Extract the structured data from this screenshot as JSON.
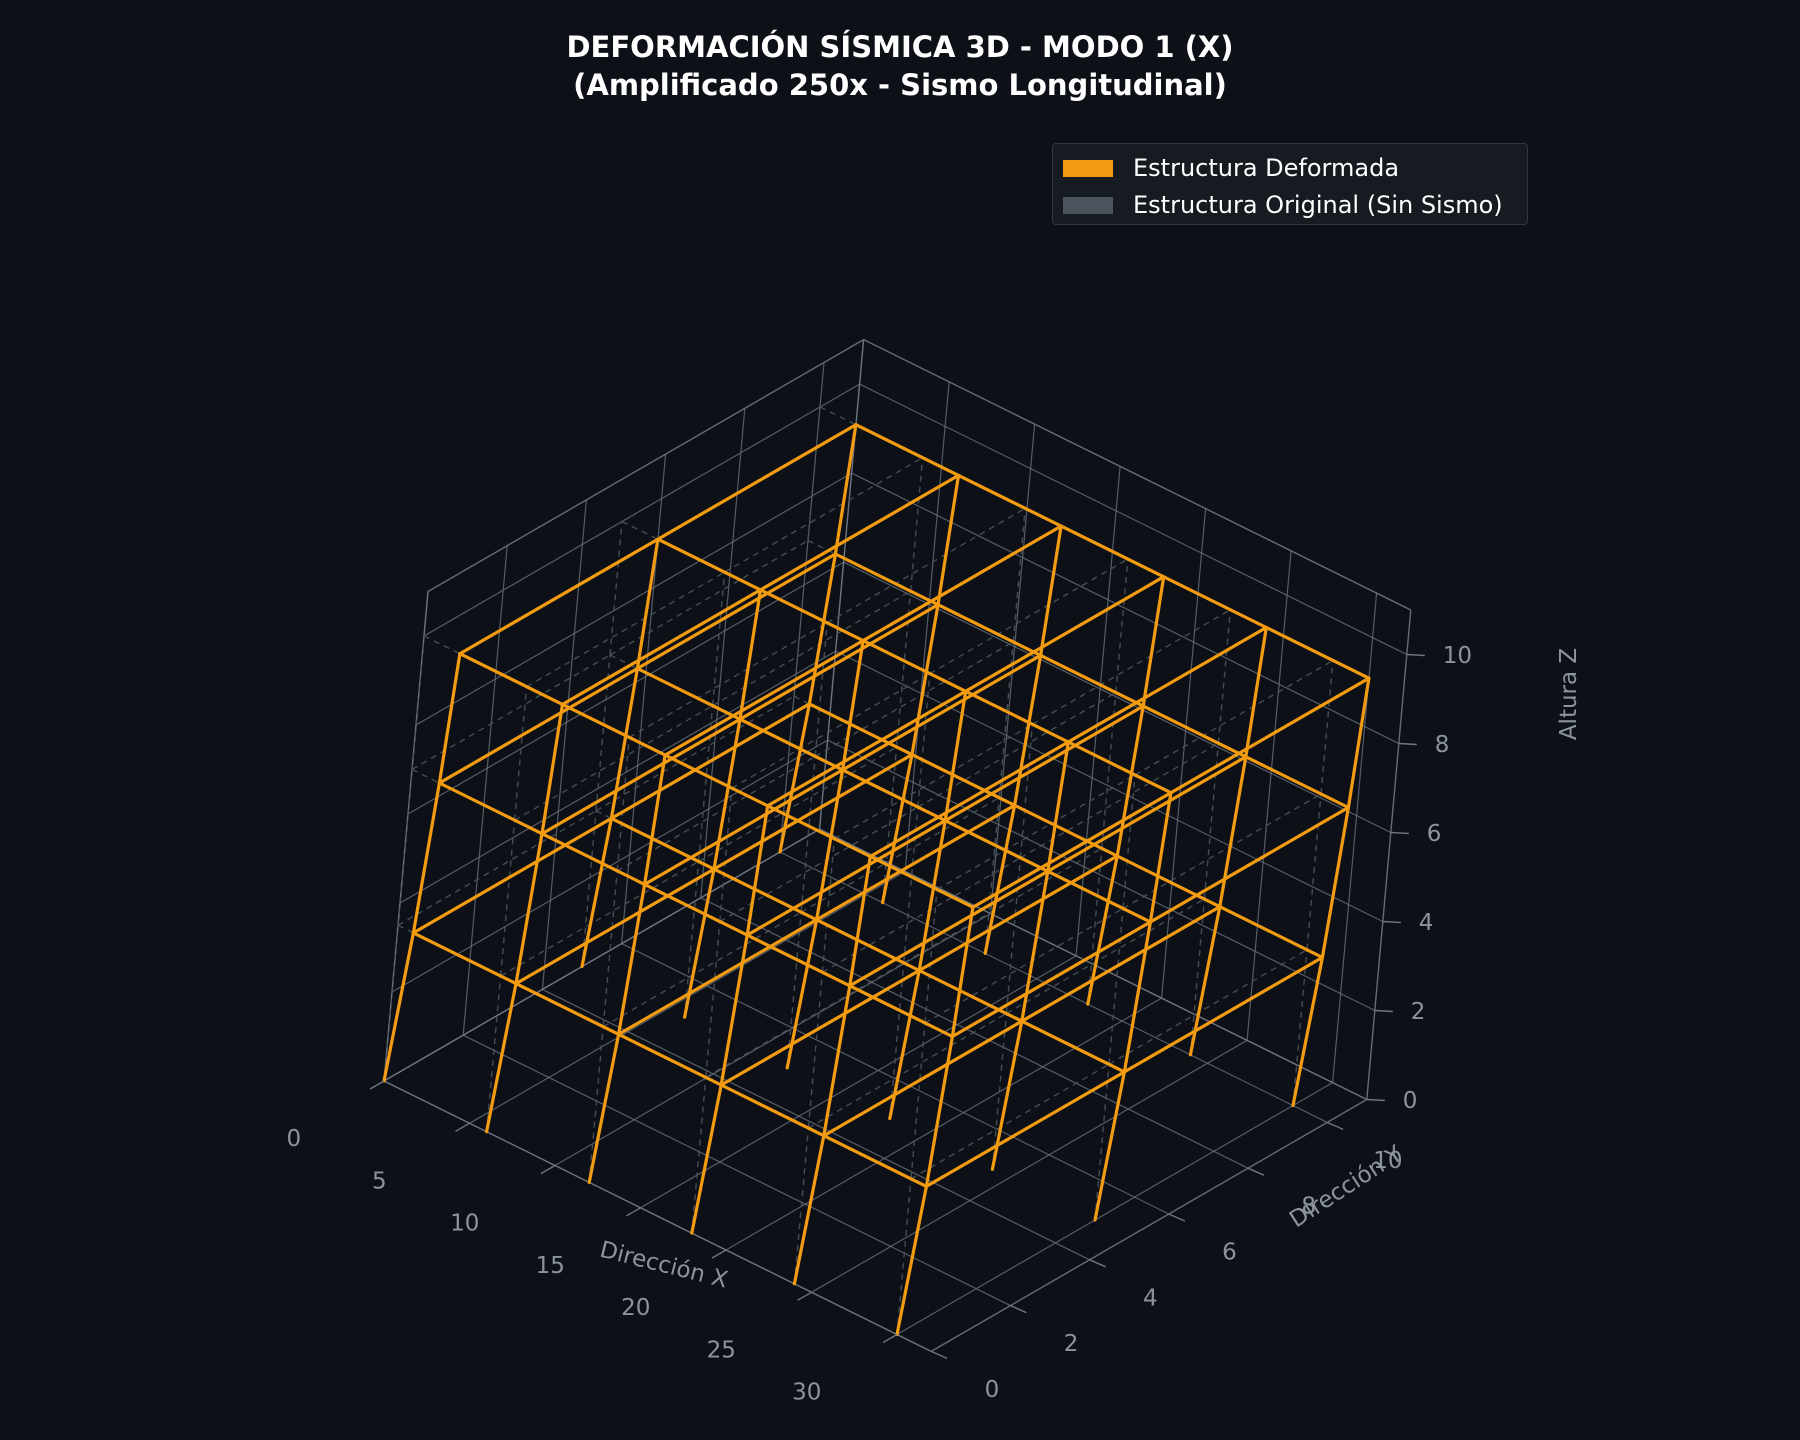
{
  "title": {
    "line1": "DEFORMACIÓN SÍSMICA 3D - MODO 1 (X)",
    "line2": "(Amplificado 250x - Sismo Longitudinal)"
  },
  "colors": {
    "background": "#0d1117",
    "deformed": "#f39c12",
    "original": "#4b535c",
    "grid": "#6e7681",
    "tick_text": "#8b949e"
  },
  "legend": {
    "deformed_label": "Estructura Deformada",
    "original_label": "Estructura Original (Sin Sismo)",
    "placement": "top-right"
  },
  "chart_data": {
    "type": "3d-wireframe",
    "xlabel": "Dirección X",
    "ylabel": "Dirección Y",
    "zlabel": "Altura Z",
    "xlim": [
      0,
      32
    ],
    "ylim": [
      0,
      11
    ],
    "zlim": [
      0,
      11
    ],
    "xticks": [
      0,
      5,
      10,
      15,
      20,
      25,
      30
    ],
    "yticks": [
      0,
      2,
      4,
      6,
      8,
      10
    ],
    "zticks": [
      0,
      2,
      4,
      6,
      8,
      10
    ],
    "grid": true,
    "amplification": 250,
    "grid_x": [
      0,
      6,
      12,
      18,
      24,
      30
    ],
    "grid_y": [
      0,
      5,
      10
    ],
    "levels_z": [
      0,
      3.5,
      7,
      10
    ],
    "mode_shape_drift_x": [
      0,
      0.9,
      1.6,
      2.1
    ],
    "series": [
      {
        "name": "Estructura Deformada",
        "style": "solid"
      },
      {
        "name": "Estructura Original (Sin Sismo)",
        "style": "dashed"
      }
    ]
  }
}
